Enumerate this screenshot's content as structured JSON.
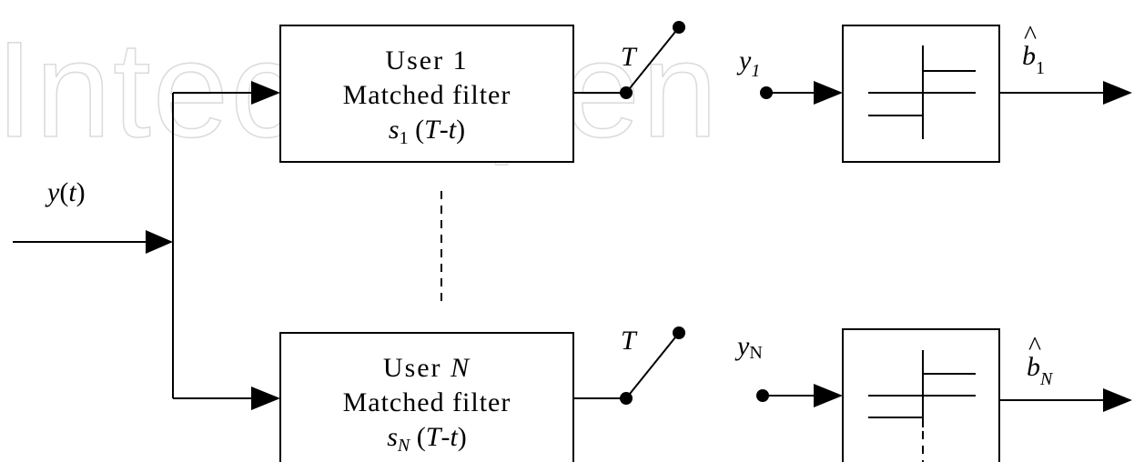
{
  "watermark": "IntechOpen",
  "input": {
    "signal": "y",
    "var": "t"
  },
  "top_filter": {
    "line1": "User 1",
    "line2": "Matched filter",
    "sig": "s",
    "sub": "1",
    "arg_a": "T",
    "arg_b": "t"
  },
  "bottom_filter": {
    "line1": "User",
    "line1_var": "N",
    "line2": "Matched filter",
    "sig": "s",
    "sub": "N",
    "arg_a": "T",
    "arg_b": "t"
  },
  "sampler_label": "T",
  "top_sample": {
    "sym": "y",
    "sub": "1"
  },
  "bottom_sample": {
    "sym": "y",
    "sub": "N"
  },
  "top_output": {
    "sym": "b",
    "hat": "^",
    "sub": "1"
  },
  "bottom_output": {
    "sym": "b",
    "hat": "^",
    "sub": "N"
  }
}
